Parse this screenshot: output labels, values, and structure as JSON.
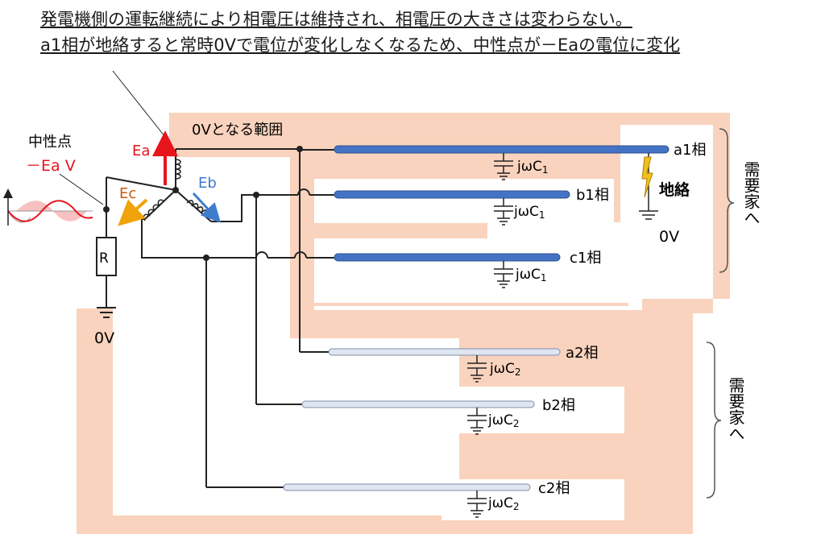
{
  "title_line1": "発電機側の運転継続により相電圧は維持され、相電圧の大きさは変わらない。",
  "title_line2": "a1相が地絡すると常時0Vで電位が変化しなくなるため、中性点が－Eaの電位に変化",
  "labels": {
    "zero_v_range": "0Vとなる範囲",
    "neutral_point": "中性点",
    "neutral_voltage": "－Ea V",
    "ea": "Ea",
    "eb": "Eb",
    "ec": "Ec",
    "resistor": "R",
    "ground_left": "0V",
    "ground_fault": "地絡",
    "ground_fault_v": "0V",
    "customers": "需要家へ"
  },
  "phases": {
    "a1": "a1相",
    "b1": "b1相",
    "c1": "c1相",
    "a2": "a2相",
    "b2": "b2相",
    "c2": "c2相"
  },
  "capacitor_1": {
    "prefix": "jωC",
    "sub": "1"
  },
  "capacitor_2": {
    "prefix": "jωC",
    "sub": "2"
  },
  "colors": {
    "range_fill": "#f9d3bd",
    "feeder1": "#4472c4",
    "feeder2": "#dfe5f1",
    "ea_arrow": "#e8141c",
    "eb_arrow": "#3e7ccc",
    "ec_arrow": "#f0a30a",
    "ec_text": "#c55a11",
    "lightning": "#f0c020"
  }
}
